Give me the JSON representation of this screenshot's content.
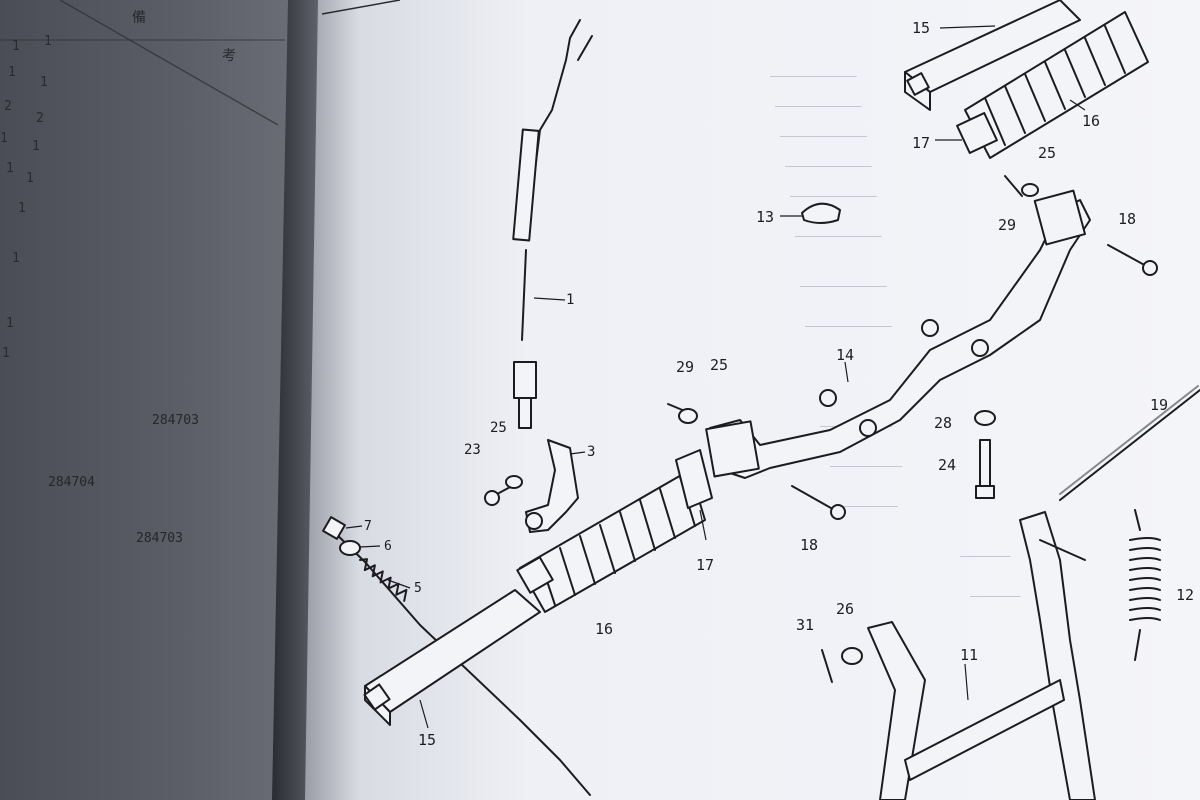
{
  "left_page": {
    "header_left": "備",
    "header_right": "考",
    "quantity_column_a": [
      "1",
      "1",
      "2",
      "1",
      "1",
      "1",
      "1",
      "1",
      "1"
    ],
    "quantity_column_b": [
      "1",
      "1",
      "2",
      "1",
      "1"
    ],
    "codes": [
      "284703",
      "284704",
      "284703"
    ]
  },
  "diagram": {
    "callouts": [
      "15",
      "17",
      "16",
      "25",
      "13",
      "29",
      "18",
      "1",
      "14",
      "29",
      "25",
      "3",
      "23",
      "25",
      "19",
      "28",
      "24",
      "7",
      "6",
      "5",
      "17",
      "18",
      "16",
      "12",
      "31",
      "26",
      "11",
      "15"
    ]
  }
}
